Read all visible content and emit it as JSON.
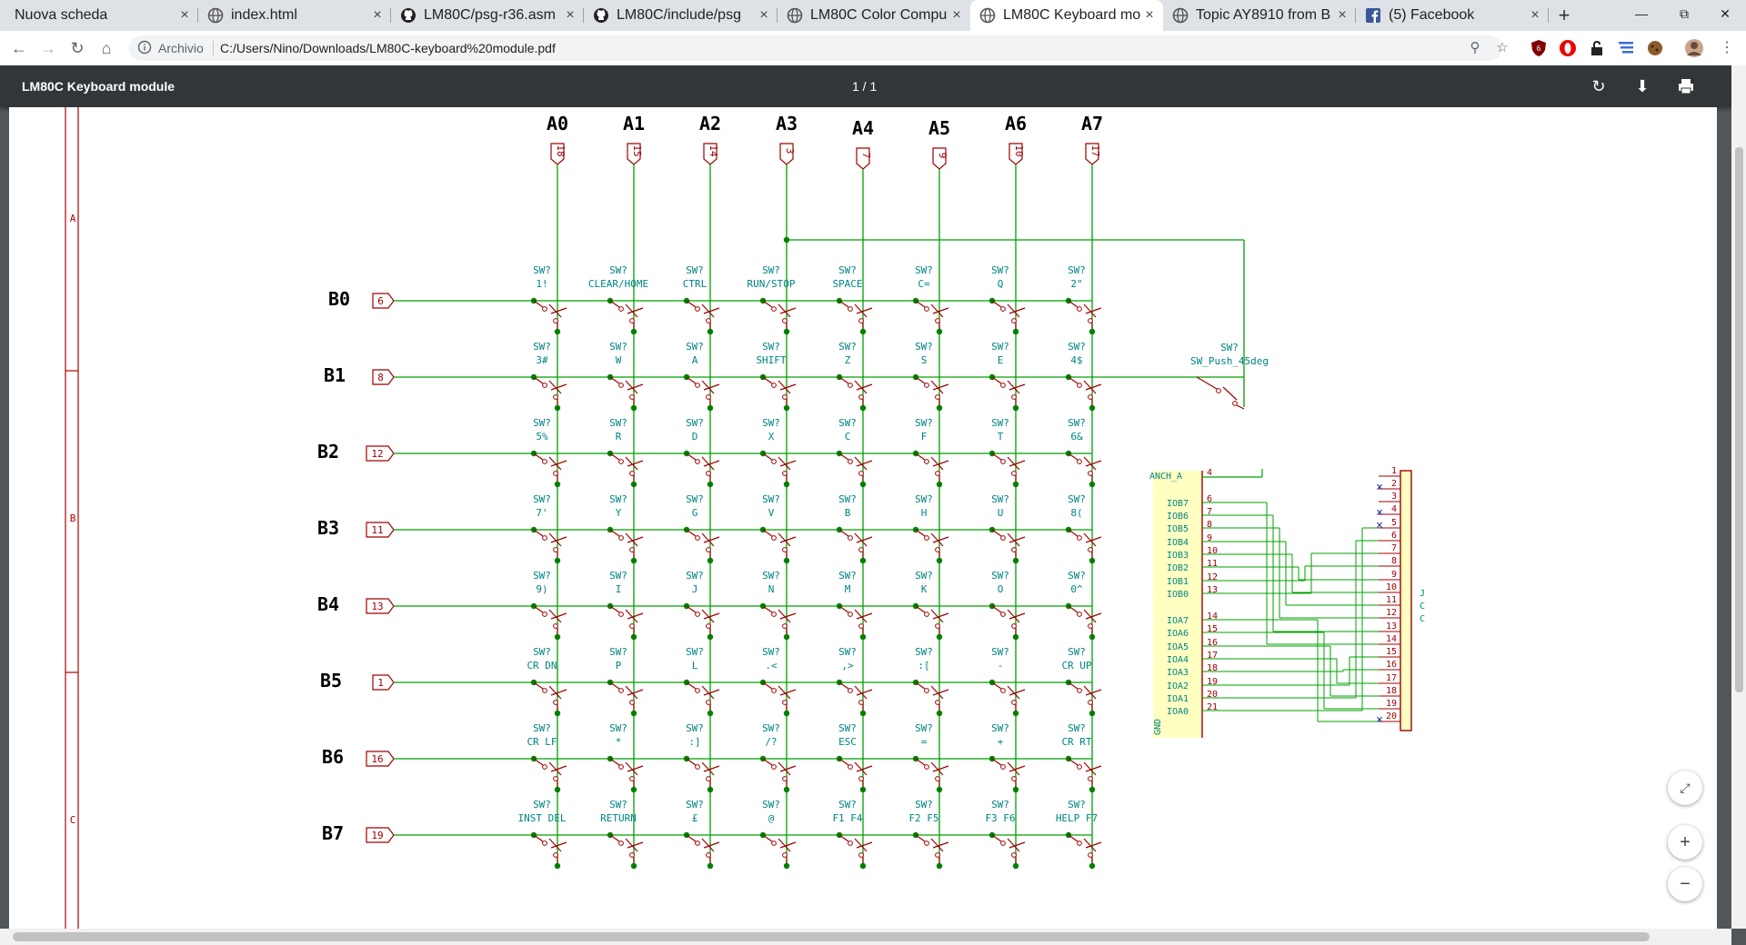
{
  "tabs": [
    {
      "label": "Nuova scheda",
      "icon": "none"
    },
    {
      "label": "index.html",
      "icon": "globe-icon"
    },
    {
      "label": "LM80C/psg-r36.asm",
      "icon": "github-icon"
    },
    {
      "label": "LM80C/include/psg",
      "icon": "github-icon"
    },
    {
      "label": "LM80C Color Compu",
      "icon": "globe-icon"
    },
    {
      "label": "LM80C Keyboard mo",
      "icon": "globe-icon"
    },
    {
      "label": "Topic AY8910 from B",
      "icon": "globe-icon"
    },
    {
      "label": "(5) Facebook",
      "icon": "facebook-icon"
    }
  ],
  "active_tab": 5,
  "address": {
    "scheme_label": "Archivio",
    "url": "C:/Users/Nino/Downloads/LM80C-keyboard%20module.pdf"
  },
  "pdf": {
    "title": "LM80C Keyboard module",
    "page_indicator": "1 / 1"
  },
  "schematic": {
    "columns": [
      {
        "name": "A0",
        "pin": "18"
      },
      {
        "name": "A1",
        "pin": "15"
      },
      {
        "name": "A2",
        "pin": "14"
      },
      {
        "name": "A3",
        "pin": "3"
      },
      {
        "name": "A4",
        "pin": "7"
      },
      {
        "name": "A5",
        "pin": "9"
      },
      {
        "name": "A6",
        "pin": "10"
      },
      {
        "name": "A7",
        "pin": "17"
      }
    ],
    "rows": [
      {
        "name": "B0",
        "pin": "6"
      },
      {
        "name": "B1",
        "pin": "8"
      },
      {
        "name": "B2",
        "pin": "12"
      },
      {
        "name": "B3",
        "pin": "11"
      },
      {
        "name": "B4",
        "pin": "13"
      },
      {
        "name": "B5",
        "pin": "1"
      },
      {
        "name": "B6",
        "pin": "16"
      },
      {
        "name": "B7",
        "pin": "19"
      }
    ],
    "switch_ref": "SW?",
    "keys": [
      [
        "1!",
        "CLEAR/HOME",
        "CTRL",
        "RUN/STOP",
        "SPACE",
        "C=",
        "Q",
        "2\""
      ],
      [
        "3#",
        "W",
        "A",
        "SHIFT",
        "Z",
        "S",
        "E",
        "4$"
      ],
      [
        "5%",
        "R",
        "D",
        "X",
        "C",
        "F",
        "T",
        "6&"
      ],
      [
        "7'",
        "Y",
        "G",
        "V",
        "B",
        "H",
        "U",
        "8("
      ],
      [
        "9)",
        "I",
        "J",
        "N",
        "M",
        "K",
        "O",
        "0^"
      ],
      [
        "CR DN",
        "P",
        "L",
        ".<",
        ",>",
        ":[",
        "-",
        "CR UP"
      ],
      [
        "CR LF",
        "*",
        ":]",
        "/?",
        "ESC",
        "=",
        "+",
        "CR RT"
      ],
      [
        "INST DEL",
        "RETURN",
        "£",
        "@",
        "F1 F4",
        "F2 F5",
        "F3 F6",
        "HELP F7"
      ]
    ],
    "extra_switch": {
      "ref": "SW?",
      "value": "SW_Push_45deg"
    },
    "border_letters": [
      "A",
      "B",
      "C"
    ],
    "connector": {
      "anchor_label": "ANCH_A",
      "anchor_pin": "4",
      "gnd_label": "GND",
      "iob": [
        {
          "name": "IOB7",
          "pin": "6"
        },
        {
          "name": "IOB6",
          "pin": "7"
        },
        {
          "name": "IOB5",
          "pin": "8"
        },
        {
          "name": "IOB4",
          "pin": "9"
        },
        {
          "name": "IOB3",
          "pin": "10"
        },
        {
          "name": "IOB2",
          "pin": "11"
        },
        {
          "name": "IOB1",
          "pin": "12"
        },
        {
          "name": "IOB0",
          "pin": "13"
        }
      ],
      "ioa": [
        {
          "name": "IOA7",
          "pin": "14"
        },
        {
          "name": "IOA6",
          "pin": "15"
        },
        {
          "name": "IOA5",
          "pin": "16"
        },
        {
          "name": "IOA4",
          "pin": "17"
        },
        {
          "name": "IOA3",
          "pin": "18"
        },
        {
          "name": "IOA2",
          "pin": "19"
        },
        {
          "name": "IOA1",
          "pin": "20"
        },
        {
          "name": "IOA0",
          "pin": "21"
        }
      ],
      "header_pins": [
        "1",
        "2",
        "3",
        "4",
        "5",
        "6",
        "7",
        "8",
        "9",
        "10",
        "11",
        "12",
        "13",
        "14",
        "15",
        "16",
        "17",
        "18",
        "19",
        "20"
      ],
      "header_side_text": [
        "J",
        "C",
        "C"
      ]
    }
  },
  "colors": {
    "wire": "#00a000",
    "net": "#a00000",
    "text": "#008484",
    "junction": "#008000",
    "frame": "#b00000"
  }
}
